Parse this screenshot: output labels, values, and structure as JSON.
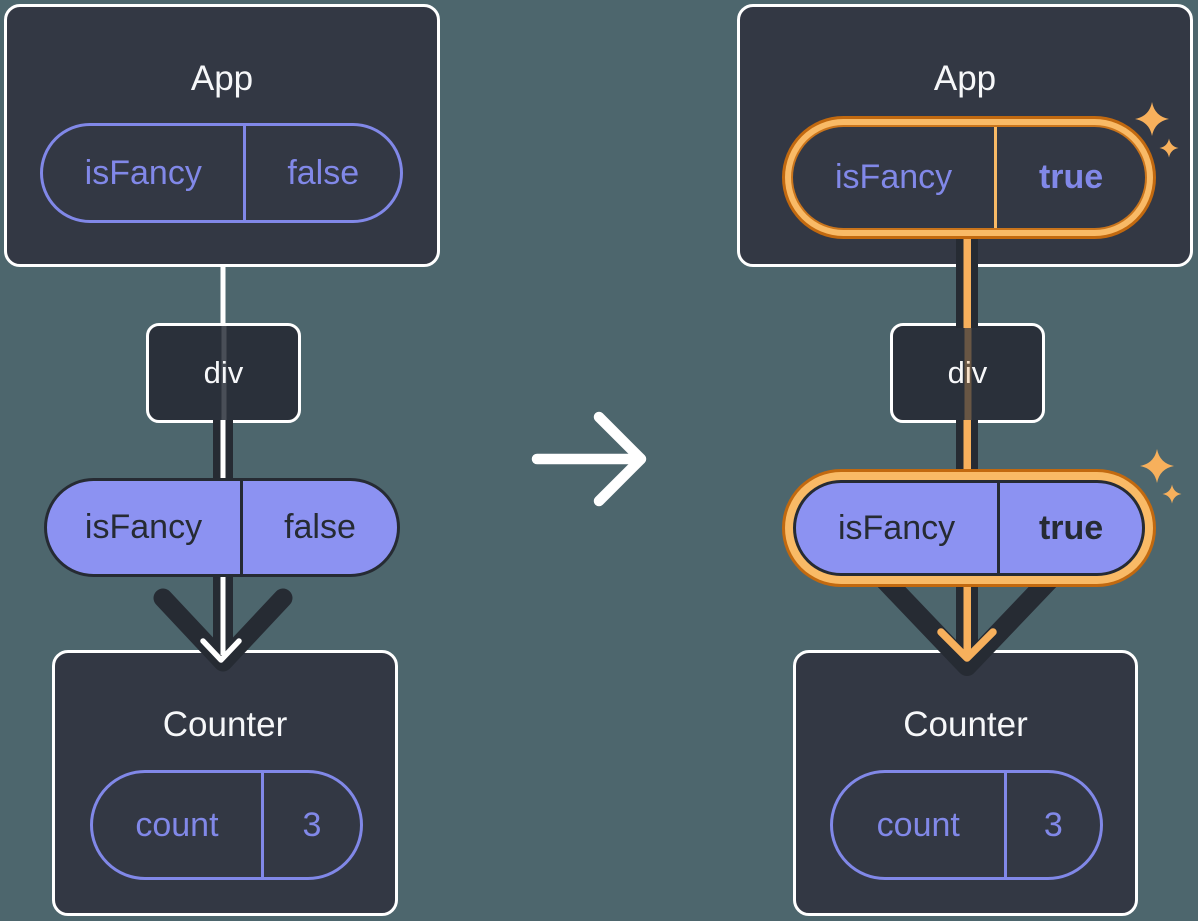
{
  "colors": {
    "background": "#4D666D",
    "card": "#333844",
    "div_card": "#2A303A",
    "purple": "#8188E8",
    "purple_fill": "#8C92F2",
    "dark_ink": "#262B33",
    "white": "#FFFFFF",
    "text_light": "#F6F7F9",
    "orange": "#F7B05C",
    "orange_band": "#F9BA66",
    "orange_dark": "#C2690F"
  },
  "diagram_left": {
    "app": {
      "title": "App",
      "state_pill": {
        "key": "isFancy",
        "value": "false"
      }
    },
    "div_node": {
      "label": "div"
    },
    "prop_pill": {
      "key": "isFancy",
      "value": "false"
    },
    "counter": {
      "title": "Counter",
      "state_pill": {
        "key": "count",
        "value": "3"
      }
    }
  },
  "diagram_right": {
    "app": {
      "title": "App",
      "state_pill": {
        "key": "isFancy",
        "value": "true"
      }
    },
    "div_node": {
      "label": "div"
    },
    "prop_pill": {
      "key": "isFancy",
      "value": "true"
    },
    "counter": {
      "title": "Counter",
      "state_pill": {
        "key": "count",
        "value": "3"
      }
    }
  }
}
